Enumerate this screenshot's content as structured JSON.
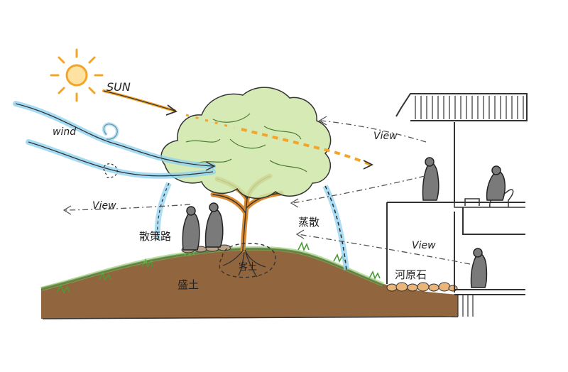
{
  "labels": {
    "sun": "SUN",
    "wind": "wind",
    "view_left": "View",
    "view_right_top": "View",
    "view_right_bottom": "View",
    "path_label": "散策路",
    "evaporation": "蒸散",
    "fill_soil": "盛土",
    "topsoil": "客土",
    "river_stones": "河原石"
  },
  "colors": {
    "sky_blue": "#8fd3f0",
    "sun_orange": "#f3a52a",
    "foliage_green": "#b9dc8a",
    "grass_green": "#7cc25a",
    "soil_brown": "#8b5e34",
    "trunk_orange": "#d98a2e",
    "figure_gray": "#6f6f6f",
    "stone_tan": "#e9b57a"
  }
}
